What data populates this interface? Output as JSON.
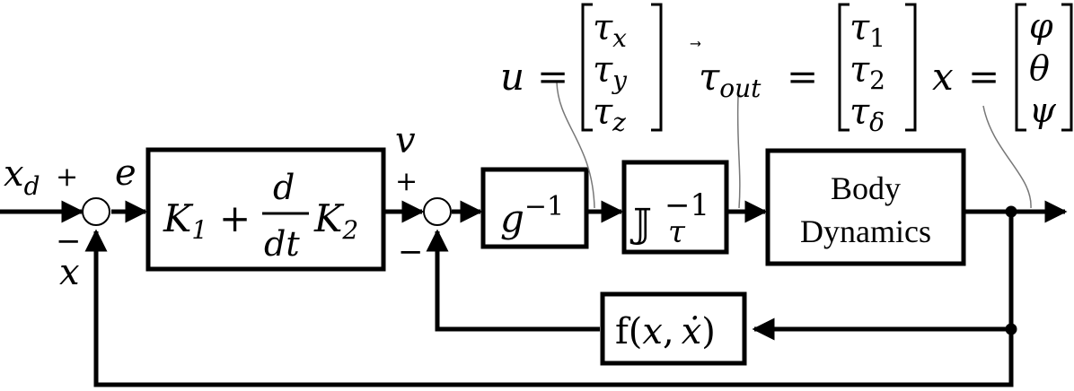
{
  "diagram": {
    "signals": {
      "xd_base": "x",
      "xd_sub": "d",
      "e": "e",
      "v": "v",
      "x_fb": "x"
    },
    "signs": {
      "sum1_plus": "+",
      "sum1_minus": "−",
      "sum2_plus": "+",
      "sum2_minus": "−"
    },
    "blocks": {
      "pd": {
        "k1_base": "K",
        "k1_sub": "1",
        "plus": "+",
        "frac_num": "d",
        "frac_den": "dt",
        "k2_base": "K",
        "k2_sub": "2"
      },
      "ginv": {
        "base": "g",
        "sup": "−1"
      },
      "jinv": {
        "base": "𝕁",
        "sub": "τ",
        "sup": "−1"
      },
      "body": {
        "line1": "Body",
        "line2": "Dynamics"
      },
      "f": {
        "text": "f(",
        "x": "x",
        "comma": ",",
        "xdot": "ẋ",
        "close": ")"
      }
    },
    "annotations": {
      "u": {
        "lhs": "u",
        "eq": "=",
        "e1": "τ",
        "s1": "x",
        "e2": "τ",
        "s2": "y",
        "e3": "τ",
        "s3": "z"
      },
      "tau_out": {
        "lhs_base": "τ",
        "lhs_arrow": "⃗",
        "lhs_sub": "out",
        "eq": "=",
        "e1": "τ",
        "s1": "1",
        "e2": "τ",
        "s2": "2",
        "e3": "τ",
        "s3": "δ"
      },
      "x": {
        "lhs": "x",
        "eq": "=",
        "e1": "φ",
        "e2": "θ",
        "e3": "ψ"
      }
    }
  }
}
